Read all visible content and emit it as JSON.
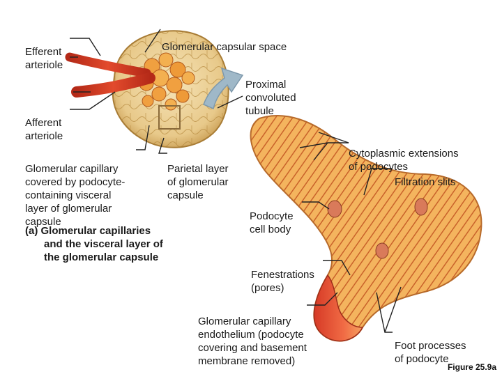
{
  "labels": {
    "efferent_arteriole": [
      "Efferent",
      "arteriole"
    ],
    "glomerular_capsular_space": [
      "Glomerular capsular space"
    ],
    "proximal_convoluted_tubule": [
      "Proximal",
      "convoluted",
      "tubule"
    ],
    "afferent_arteriole": [
      "Afferent",
      "arteriole"
    ],
    "glomerular_capillary_podocyte": [
      "Glomerular capillary",
      "covered by podocyte-",
      "containing visceral",
      "layer of glomerular",
      "capsule"
    ],
    "parietal_layer": [
      "Parietal layer",
      "of glomerular",
      "capsule"
    ],
    "cytoplasmic_extensions": [
      "Cytoplasmic extensions",
      "of podocytes"
    ],
    "filtration_slits": [
      "Filtration slits"
    ],
    "podocyte_cell_body": [
      "Podocyte",
      "cell body"
    ],
    "fenestrations": [
      "Fenestrations",
      "(pores)"
    ],
    "capillary_endothelium": [
      "Glomerular capillary",
      "endothelium (podocyte",
      "covering and basement",
      "membrane removed)"
    ],
    "foot_processes": [
      "Foot processes",
      "of podocyte"
    ]
  },
  "caption": [
    "(a) Glomerular capillaries",
    "and the visceral layer of",
    "the glomerular capsule"
  ],
  "figure_ref": "Figure 25.9a",
  "colors": {
    "capsule": "#e8c98a",
    "capsule_dark": "#c79a4f",
    "artery_red": "#d43a22",
    "tubule_blue": "#9fb8c8",
    "podocyte_orange": "#f0a040",
    "endothelium": "#e8583a"
  }
}
